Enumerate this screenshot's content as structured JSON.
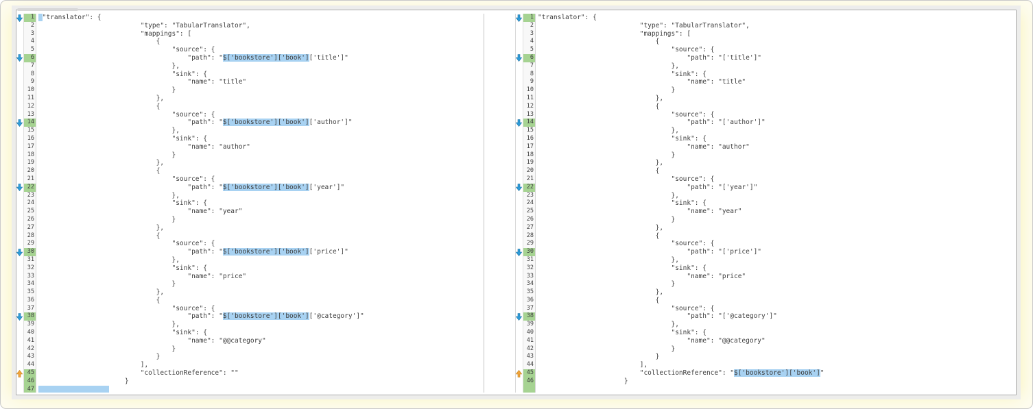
{
  "app": "side-by-side-json-diff",
  "colors": {
    "changed_text_highlight": "#a8d2f2",
    "changed_line_number_green": "#a6d392",
    "down_arrow_blue": "#2e9cd9",
    "up_arrow_orange": "#f2a43b",
    "frame_yellow": "#f9f3bb"
  },
  "icons": {
    "down": "change-down-arrow-icon",
    "up": "change-up-arrow-icon"
  },
  "panes": {
    "left": {
      "lines": [
        {
          "n": 1,
          "icon": "down",
          "green": true,
          "indent": 0,
          "segments": [
            {
              "h": " "
            },
            "\"translator\": {"
          ]
        },
        {
          "n": 2,
          "icon": null,
          "green": false,
          "indent": 26,
          "segments": [
            "\"type\": \"TabularTranslator\","
          ]
        },
        {
          "n": 3,
          "icon": null,
          "green": false,
          "indent": 26,
          "segments": [
            "\"mappings\": ["
          ]
        },
        {
          "n": 4,
          "icon": null,
          "green": false,
          "indent": 30,
          "segments": [
            "{"
          ]
        },
        {
          "n": 5,
          "icon": null,
          "green": false,
          "indent": 34,
          "segments": [
            "\"source\": {"
          ]
        },
        {
          "n": 6,
          "icon": "down",
          "green": true,
          "indent": 38,
          "segments": [
            "\"path\": \"",
            {
              "h": "$['bookstore']['book']"
            },
            "['title']\""
          ]
        },
        {
          "n": 7,
          "icon": null,
          "green": false,
          "indent": 34,
          "segments": [
            "},"
          ]
        },
        {
          "n": 8,
          "icon": null,
          "green": false,
          "indent": 34,
          "segments": [
            "\"sink\": {"
          ]
        },
        {
          "n": 9,
          "icon": null,
          "green": false,
          "indent": 38,
          "segments": [
            "\"name\": \"title\""
          ]
        },
        {
          "n": 10,
          "icon": null,
          "green": false,
          "indent": 34,
          "segments": [
            "}"
          ]
        },
        {
          "n": 11,
          "icon": null,
          "green": false,
          "indent": 30,
          "segments": [
            "},"
          ]
        },
        {
          "n": 12,
          "icon": null,
          "green": false,
          "indent": 30,
          "segments": [
            "{"
          ]
        },
        {
          "n": 13,
          "icon": null,
          "green": false,
          "indent": 34,
          "segments": [
            "\"source\": {"
          ]
        },
        {
          "n": 14,
          "icon": "down",
          "green": true,
          "indent": 38,
          "segments": [
            "\"path\": \"",
            {
              "h": "$['bookstore']['book']"
            },
            "['author']\""
          ]
        },
        {
          "n": 15,
          "icon": null,
          "green": false,
          "indent": 34,
          "segments": [
            "},"
          ]
        },
        {
          "n": 16,
          "icon": null,
          "green": false,
          "indent": 34,
          "segments": [
            "\"sink\": {"
          ]
        },
        {
          "n": 17,
          "icon": null,
          "green": false,
          "indent": 38,
          "segments": [
            "\"name\": \"author\""
          ]
        },
        {
          "n": 18,
          "icon": null,
          "green": false,
          "indent": 34,
          "segments": [
            "}"
          ]
        },
        {
          "n": 19,
          "icon": null,
          "green": false,
          "indent": 30,
          "segments": [
            "},"
          ]
        },
        {
          "n": 20,
          "icon": null,
          "green": false,
          "indent": 30,
          "segments": [
            "{"
          ]
        },
        {
          "n": 21,
          "icon": null,
          "green": false,
          "indent": 34,
          "segments": [
            "\"source\": {"
          ]
        },
        {
          "n": 22,
          "icon": "down",
          "green": true,
          "indent": 38,
          "segments": [
            "\"path\": \"",
            {
              "h": "$['bookstore']['book']"
            },
            "['year']\""
          ]
        },
        {
          "n": 23,
          "icon": null,
          "green": false,
          "indent": 34,
          "segments": [
            "},"
          ]
        },
        {
          "n": 24,
          "icon": null,
          "green": false,
          "indent": 34,
          "segments": [
            "\"sink\": {"
          ]
        },
        {
          "n": 25,
          "icon": null,
          "green": false,
          "indent": 38,
          "segments": [
            "\"name\": \"year\""
          ]
        },
        {
          "n": 26,
          "icon": null,
          "green": false,
          "indent": 34,
          "segments": [
            "}"
          ]
        },
        {
          "n": 27,
          "icon": null,
          "green": false,
          "indent": 30,
          "segments": [
            "},"
          ]
        },
        {
          "n": 28,
          "icon": null,
          "green": false,
          "indent": 30,
          "segments": [
            "{"
          ]
        },
        {
          "n": 29,
          "icon": null,
          "green": false,
          "indent": 34,
          "segments": [
            "\"source\": {"
          ]
        },
        {
          "n": 30,
          "icon": "down",
          "green": true,
          "indent": 38,
          "segments": [
            "\"path\": \"",
            {
              "h": "$['bookstore']['book']"
            },
            "['price']\""
          ]
        },
        {
          "n": 31,
          "icon": null,
          "green": false,
          "indent": 34,
          "segments": [
            "},"
          ]
        },
        {
          "n": 32,
          "icon": null,
          "green": false,
          "indent": 34,
          "segments": [
            "\"sink\": {"
          ]
        },
        {
          "n": 33,
          "icon": null,
          "green": false,
          "indent": 38,
          "segments": [
            "\"name\": \"price\""
          ]
        },
        {
          "n": 34,
          "icon": null,
          "green": false,
          "indent": 34,
          "segments": [
            "}"
          ]
        },
        {
          "n": 35,
          "icon": null,
          "green": false,
          "indent": 30,
          "segments": [
            "},"
          ]
        },
        {
          "n": 36,
          "icon": null,
          "green": false,
          "indent": 30,
          "segments": [
            "{"
          ]
        },
        {
          "n": 37,
          "icon": null,
          "green": false,
          "indent": 34,
          "segments": [
            "\"source\": {"
          ]
        },
        {
          "n": 38,
          "icon": "down",
          "green": true,
          "indent": 38,
          "segments": [
            "\"path\": \"",
            {
              "h": "$['bookstore']['book']"
            },
            "['@category']\""
          ]
        },
        {
          "n": 39,
          "icon": null,
          "green": false,
          "indent": 34,
          "segments": [
            "},"
          ]
        },
        {
          "n": 40,
          "icon": null,
          "green": false,
          "indent": 34,
          "segments": [
            "\"sink\": {"
          ]
        },
        {
          "n": 41,
          "icon": null,
          "green": false,
          "indent": 38,
          "segments": [
            "\"name\": \"@@category\""
          ]
        },
        {
          "n": 42,
          "icon": null,
          "green": false,
          "indent": 34,
          "segments": [
            "}"
          ]
        },
        {
          "n": 43,
          "icon": null,
          "green": false,
          "indent": 30,
          "segments": [
            "}"
          ]
        },
        {
          "n": 44,
          "icon": null,
          "green": false,
          "indent": 26,
          "segments": [
            "],"
          ]
        },
        {
          "n": 45,
          "icon": "up",
          "green": true,
          "indent": 26,
          "segments": [
            "\"collectionReference\": \"\""
          ]
        },
        {
          "n": 46,
          "icon": null,
          "green": true,
          "indent": 22,
          "segments": [
            "}"
          ]
        },
        {
          "n": 47,
          "icon": null,
          "green": true,
          "indent": 0,
          "segments": [
            {
              "h": "                  "
            }
          ]
        }
      ]
    },
    "right": {
      "lines": [
        {
          "n": 1,
          "icon": "down",
          "green": true,
          "indent": 0,
          "segments": [
            "\"translator\": {"
          ]
        },
        {
          "n": 2,
          "icon": null,
          "green": false,
          "indent": 26,
          "segments": [
            "\"type\": \"TabularTranslator\","
          ]
        },
        {
          "n": 3,
          "icon": null,
          "green": false,
          "indent": 26,
          "segments": [
            "\"mappings\": ["
          ]
        },
        {
          "n": 4,
          "icon": null,
          "green": false,
          "indent": 30,
          "segments": [
            "{"
          ]
        },
        {
          "n": 5,
          "icon": null,
          "green": false,
          "indent": 34,
          "segments": [
            "\"source\": {"
          ]
        },
        {
          "n": 6,
          "icon": "down",
          "green": true,
          "indent": 38,
          "segments": [
            "\"path\": \"['title']\""
          ]
        },
        {
          "n": 7,
          "icon": null,
          "green": false,
          "indent": 34,
          "segments": [
            "},"
          ]
        },
        {
          "n": 8,
          "icon": null,
          "green": false,
          "indent": 34,
          "segments": [
            "\"sink\": {"
          ]
        },
        {
          "n": 9,
          "icon": null,
          "green": false,
          "indent": 38,
          "segments": [
            "\"name\": \"title\""
          ]
        },
        {
          "n": 10,
          "icon": null,
          "green": false,
          "indent": 34,
          "segments": [
            "}"
          ]
        },
        {
          "n": 11,
          "icon": null,
          "green": false,
          "indent": 30,
          "segments": [
            "},"
          ]
        },
        {
          "n": 12,
          "icon": null,
          "green": false,
          "indent": 30,
          "segments": [
            "{"
          ]
        },
        {
          "n": 13,
          "icon": null,
          "green": false,
          "indent": 34,
          "segments": [
            "\"source\": {"
          ]
        },
        {
          "n": 14,
          "icon": "down",
          "green": true,
          "indent": 38,
          "segments": [
            "\"path\": \"['author']\""
          ]
        },
        {
          "n": 15,
          "icon": null,
          "green": false,
          "indent": 34,
          "segments": [
            "},"
          ]
        },
        {
          "n": 16,
          "icon": null,
          "green": false,
          "indent": 34,
          "segments": [
            "\"sink\": {"
          ]
        },
        {
          "n": 17,
          "icon": null,
          "green": false,
          "indent": 38,
          "segments": [
            "\"name\": \"author\""
          ]
        },
        {
          "n": 18,
          "icon": null,
          "green": false,
          "indent": 34,
          "segments": [
            "}"
          ]
        },
        {
          "n": 19,
          "icon": null,
          "green": false,
          "indent": 30,
          "segments": [
            "},"
          ]
        },
        {
          "n": 20,
          "icon": null,
          "green": false,
          "indent": 30,
          "segments": [
            "{"
          ]
        },
        {
          "n": 21,
          "icon": null,
          "green": false,
          "indent": 34,
          "segments": [
            "\"source\": {"
          ]
        },
        {
          "n": 22,
          "icon": "down",
          "green": true,
          "indent": 38,
          "segments": [
            "\"path\": \"['year']\""
          ]
        },
        {
          "n": 23,
          "icon": null,
          "green": false,
          "indent": 34,
          "segments": [
            "},"
          ]
        },
        {
          "n": 24,
          "icon": null,
          "green": false,
          "indent": 34,
          "segments": [
            "\"sink\": {"
          ]
        },
        {
          "n": 25,
          "icon": null,
          "green": false,
          "indent": 38,
          "segments": [
            "\"name\": \"year\""
          ]
        },
        {
          "n": 26,
          "icon": null,
          "green": false,
          "indent": 34,
          "segments": [
            "}"
          ]
        },
        {
          "n": 27,
          "icon": null,
          "green": false,
          "indent": 30,
          "segments": [
            "},"
          ]
        },
        {
          "n": 28,
          "icon": null,
          "green": false,
          "indent": 30,
          "segments": [
            "{"
          ]
        },
        {
          "n": 29,
          "icon": null,
          "green": false,
          "indent": 34,
          "segments": [
            "\"source\": {"
          ]
        },
        {
          "n": 30,
          "icon": "down",
          "green": true,
          "indent": 38,
          "segments": [
            "\"path\": \"['price']\""
          ]
        },
        {
          "n": 31,
          "icon": null,
          "green": false,
          "indent": 34,
          "segments": [
            "},"
          ]
        },
        {
          "n": 32,
          "icon": null,
          "green": false,
          "indent": 34,
          "segments": [
            "\"sink\": {"
          ]
        },
        {
          "n": 33,
          "icon": null,
          "green": false,
          "indent": 38,
          "segments": [
            "\"name\": \"price\""
          ]
        },
        {
          "n": 34,
          "icon": null,
          "green": false,
          "indent": 34,
          "segments": [
            "}"
          ]
        },
        {
          "n": 35,
          "icon": null,
          "green": false,
          "indent": 30,
          "segments": [
            "},"
          ]
        },
        {
          "n": 36,
          "icon": null,
          "green": false,
          "indent": 30,
          "segments": [
            "{"
          ]
        },
        {
          "n": 37,
          "icon": null,
          "green": false,
          "indent": 34,
          "segments": [
            "\"source\": {"
          ]
        },
        {
          "n": 38,
          "icon": "down",
          "green": true,
          "indent": 38,
          "segments": [
            "\"path\": \"['@category']\""
          ]
        },
        {
          "n": 39,
          "icon": null,
          "green": false,
          "indent": 34,
          "segments": [
            "},"
          ]
        },
        {
          "n": 40,
          "icon": null,
          "green": false,
          "indent": 34,
          "segments": [
            "\"sink\": {"
          ]
        },
        {
          "n": 41,
          "icon": null,
          "green": false,
          "indent": 38,
          "segments": [
            "\"name\": \"@@category\""
          ]
        },
        {
          "n": 42,
          "icon": null,
          "green": false,
          "indent": 34,
          "segments": [
            "}"
          ]
        },
        {
          "n": 43,
          "icon": null,
          "green": false,
          "indent": 30,
          "segments": [
            "}"
          ]
        },
        {
          "n": 44,
          "icon": null,
          "green": false,
          "indent": 26,
          "segments": [
            "],"
          ]
        },
        {
          "n": 45,
          "icon": "up",
          "green": true,
          "indent": 26,
          "segments": [
            "\"collectionReference\": \"",
            {
              "h": "$['bookstore']['book']"
            },
            "\""
          ]
        },
        {
          "n": 46,
          "icon": null,
          "green": true,
          "indent": 22,
          "segments": [
            "}"
          ]
        },
        {
          "n": "",
          "icon": null,
          "green": true,
          "indent": 0,
          "segments": []
        }
      ]
    }
  }
}
